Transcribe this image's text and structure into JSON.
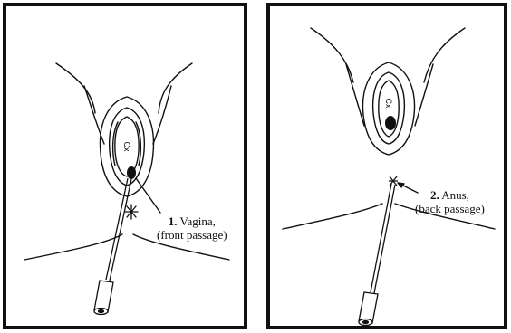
{
  "panels": [
    {
      "number": "1.",
      "name": "Vagina,",
      "sub": "(front passage)",
      "organ_label": "Cx"
    },
    {
      "number": "2.",
      "name": "Anus,",
      "sub": "(back passage)",
      "organ_label": "Cx"
    }
  ],
  "colors": {
    "line": "#111111",
    "background": "#ffffff"
  }
}
